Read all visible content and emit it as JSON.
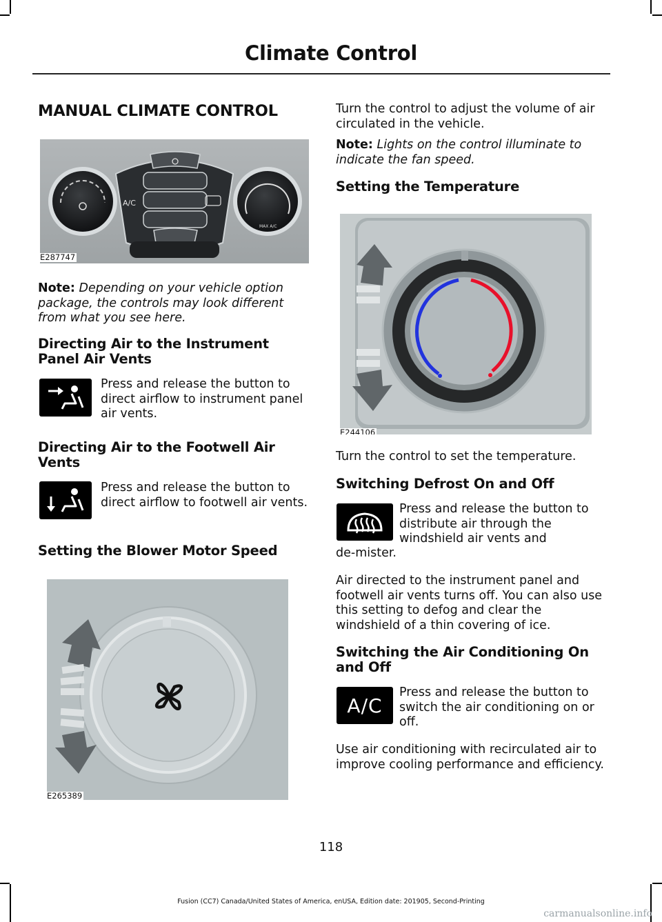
{
  "header": {
    "title": "Climate Control"
  },
  "left": {
    "heading": "MANUAL CLIMATE CONTROL",
    "fig1_code": "E287747",
    "fig1_labels": {
      "ac": "A/C",
      "max": "MAX A/C"
    },
    "note_label": "Note:",
    "note_text": "Depending on your vehicle option package, the controls may look different from what you see here.",
    "instrument": {
      "heading": "Directing Air to the Instrument Panel Air Vents",
      "text": "Press and release the button to direct airflow to instrument panel air vents."
    },
    "footwell": {
      "heading": "Directing Air to the Footwell Air Vents",
      "text": "Press and release the button to direct airflow to footwell air vents."
    },
    "blower": {
      "heading": "Setting the Blower Motor Speed",
      "fig_code": "E265389"
    }
  },
  "right": {
    "blower_text": "Turn the control to adjust the volume of air circulated in the vehicle.",
    "note_label": "Note:",
    "note_text": "Lights on the control illuminate to indicate the fan speed.",
    "temp": {
      "heading": "Setting the Temperature",
      "fig_code": "E244106",
      "text": "Turn the control to set the temperature."
    },
    "defrost": {
      "heading": "Switching Defrost On and Off",
      "text1": "Press and release the button to distribute air through the windshield air vents and",
      "text1_cont": "de-mister.",
      "text2": "Air directed to the instrument panel and footwell air vents turns off. You can also use this setting to defog and clear the windshield of a thin covering of ice."
    },
    "ac": {
      "heading": "Switching the Air Conditioning On and Off",
      "icon_label": "A/C",
      "text1": "Press and release the button to switch the air conditioning on or off.",
      "text2": "Use air conditioning with recirculated air to improve cooling performance and efficiency."
    }
  },
  "footer": {
    "page_number": "118",
    "edition": "Fusion (CC7) Canada/United States of America, enUSA, Edition date: 201905, Second-Printing",
    "watermark": "carmanualsonline.info"
  },
  "colors": {
    "cold": "#2233dd",
    "hot": "#e8102a",
    "panel_gray": "#b9c0c2"
  }
}
